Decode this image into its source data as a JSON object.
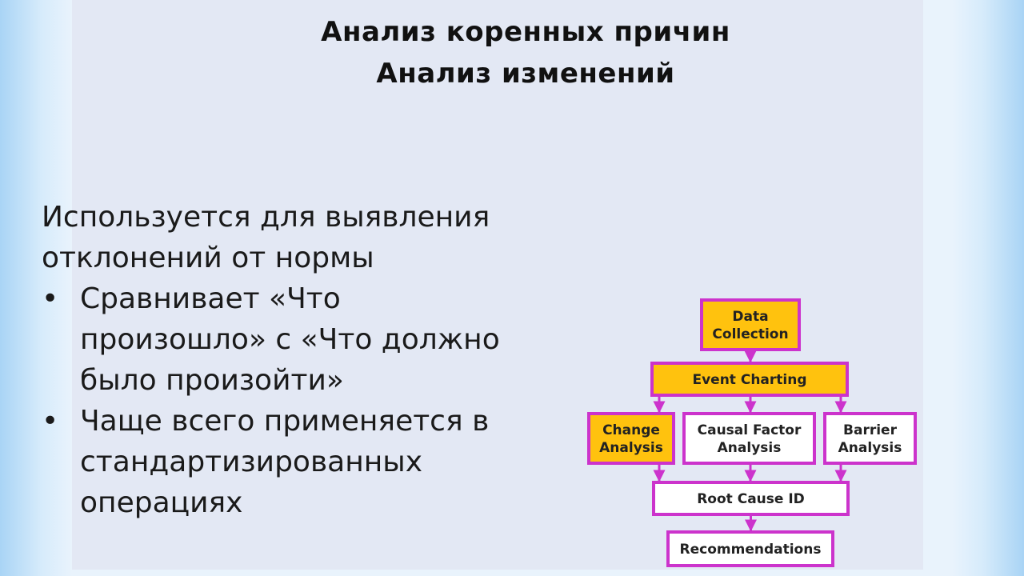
{
  "slide": {
    "title_line1": "Анализ коренных причин",
    "title_line2": "Анализ изменений",
    "lead_line1": "Используется для выявления",
    "lead_line2": "отклонений от нормы",
    "bullets": [
      {
        "marker": "•",
        "lines": [
          "Сравнивает «Что",
          "произошло» с «Что должно",
          "было произойти»"
        ]
      },
      {
        "marker": "•",
        "lines": [
          "Чаще всего применяется в",
          "стандартизированных",
          "операциях"
        ]
      }
    ]
  },
  "diagram": {
    "colors": {
      "highlight_fill": "#ffc20e",
      "plain_fill": "#ffffff",
      "border": "#cc33cc",
      "arrow": "#cc33cc"
    },
    "nodes": [
      {
        "id": "data-collection",
        "lines": [
          "Data",
          "Collection"
        ],
        "highlighted": true
      },
      {
        "id": "event-charting",
        "lines": [
          "Event Charting"
        ],
        "highlighted": true
      },
      {
        "id": "change-analysis",
        "lines": [
          "Change",
          "Analysis"
        ],
        "highlighted": true
      },
      {
        "id": "causal-factor-analysis",
        "lines": [
          "Causal Factor",
          "Analysis"
        ],
        "highlighted": false
      },
      {
        "id": "barrier-analysis",
        "lines": [
          "Barrier",
          "Analysis"
        ],
        "highlighted": false
      },
      {
        "id": "root-cause-id",
        "lines": [
          "Root Cause ID"
        ],
        "highlighted": false
      },
      {
        "id": "recommendations",
        "lines": [
          "Recommendations"
        ],
        "highlighted": false
      }
    ],
    "edges": [
      {
        "from": "data-collection",
        "to": "event-charting"
      },
      {
        "from": "event-charting",
        "to": "change-analysis"
      },
      {
        "from": "event-charting",
        "to": "causal-factor-analysis"
      },
      {
        "from": "event-charting",
        "to": "barrier-analysis"
      },
      {
        "from": "change-analysis",
        "to": "root-cause-id"
      },
      {
        "from": "causal-factor-analysis",
        "to": "root-cause-id"
      },
      {
        "from": "barrier-analysis",
        "to": "root-cause-id"
      },
      {
        "from": "root-cause-id",
        "to": "recommendations"
      }
    ]
  }
}
